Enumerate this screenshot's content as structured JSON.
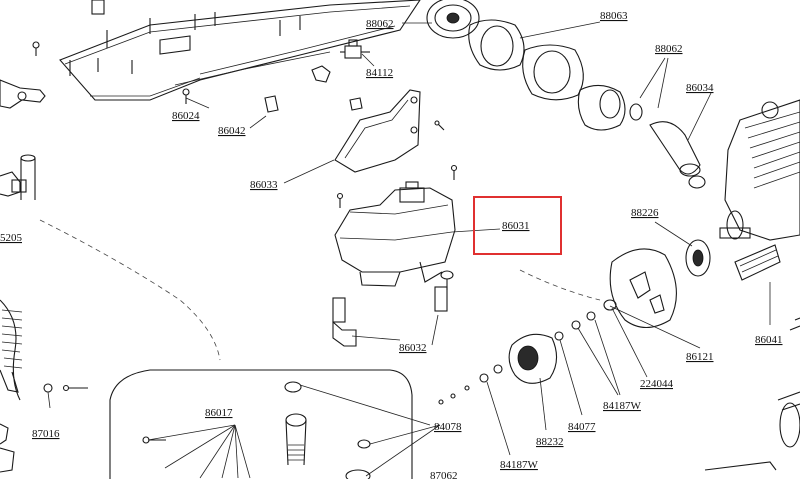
{
  "diagram": {
    "highlight_color": "#e03030",
    "highlighted_part": "86031",
    "labels": {
      "p88062_top": "88062",
      "p88063": "88063",
      "p88062_right": "88062",
      "p84112": "84112",
      "p86024": "86024",
      "p86042": "86042",
      "p86034": "86034",
      "p86033": "86033",
      "p86031": "86031",
      "p88226": "88226",
      "p5205": "5205",
      "p86032": "86032",
      "p86121": "86121",
      "p86041": "86041",
      "p224044": "224044",
      "p84187w_right": "84187W",
      "p86017": "86017",
      "p84078": "84078",
      "p84077": "84077",
      "p87016": "87016",
      "p88232": "88232",
      "p84187w_bottom": "84187W",
      "p87062": "87062"
    }
  }
}
